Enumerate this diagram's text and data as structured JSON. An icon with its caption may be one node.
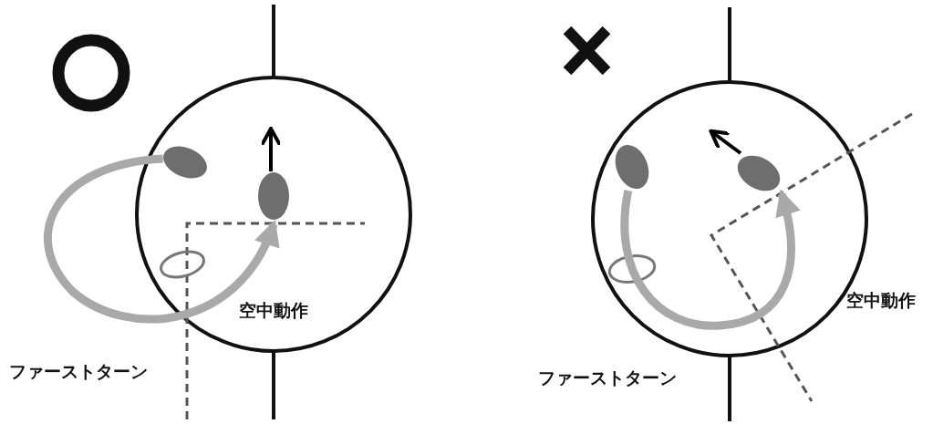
{
  "diagram": {
    "nodes": [
      {
        "text": [],
        "shape": "ellipse"
      },
      {
        "text": [],
        "shape": "ellipse"
      },
      {
        "text": [],
        "shape": "ellipse"
      },
      {
        "text": [],
        "shape": "ellipse"
      }
    ],
    "edges": [
      {
        "from": 0,
        "to": 1,
        "arrow": "to"
      },
      {
        "from": 2,
        "to": 3,
        "arrow": "to"
      }
    ],
    "labels": [
      "空中動作",
      "ファーストターン",
      "ファーストターン",
      "空中動作"
    ]
  }
}
